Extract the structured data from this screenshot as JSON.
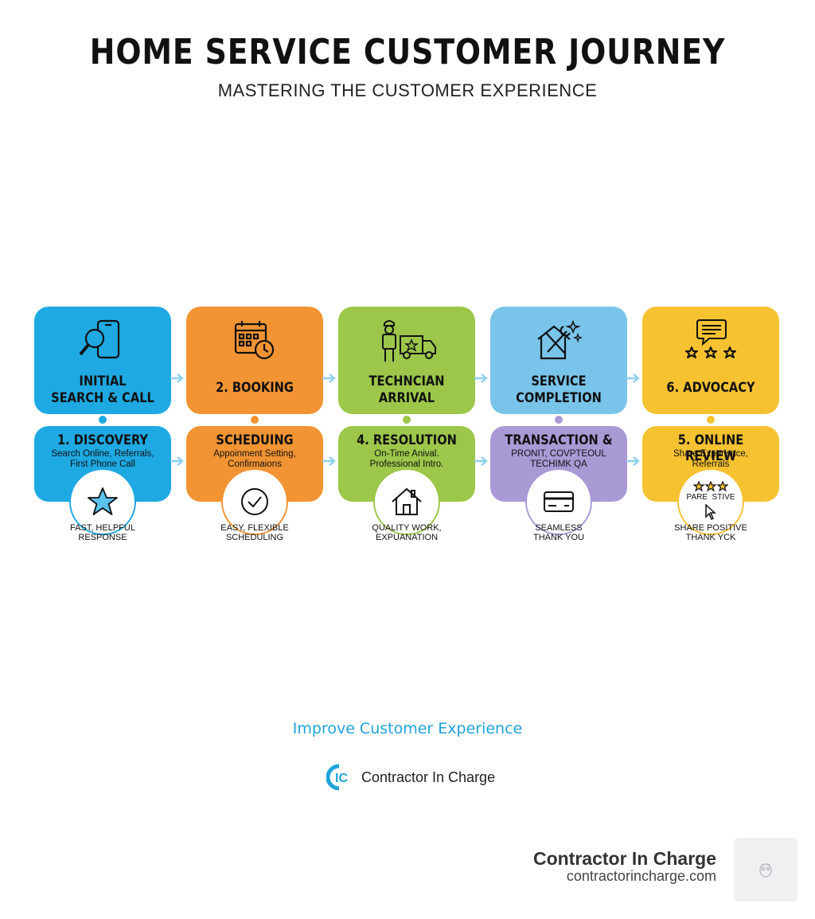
{
  "header": {
    "title": "HOME SERVICE CUSTOMER JOURNEY",
    "subtitle": "MASTERING THE CUSTOMER EXPERIENCE"
  },
  "stages": [
    {
      "top_label": "INITIAL\nSEARCH & CALL",
      "top_icon": "phone-search-icon",
      "bottom_title": "1. DISCOVERY",
      "bottom_desc": "Search Online, Referrals,\nFirst Phone Call",
      "circle_icon": "star-icon",
      "caption": "FAST, HELPFUL\nRESPONSE",
      "color": "#1ea9e2"
    },
    {
      "top_label": "2. BOOKING",
      "top_icon": "calendar-clock-icon",
      "bottom_title": "SCHEDUING",
      "bottom_desc": "Appoinment Setting,\nConfirmaions",
      "circle_icon": "checkmark-icon",
      "caption": "EASY, FLEXIBLE\nSCHEDULING",
      "color": "#f29433"
    },
    {
      "top_label": "TECHNCIAN\nARRIVAL",
      "top_icon": "technician-van-icon",
      "bottom_title": "4. RESOLUTION",
      "bottom_desc": "On-Time Anival.\nProfessional Intro.",
      "circle_icon": "house-icon",
      "caption": "QUALITY WORK,\nEXPUANATION",
      "color": "#9cc74a"
    },
    {
      "top_label": "SERVICE\nCOMPLETION",
      "top_icon": "house-tools-icon",
      "bottom_title": "TRANSACTION &",
      "bottom_desc": "PRONIT, COVPTEOUL\nTECHIMK QA",
      "circle_icon": "credit-card-icon",
      "caption": "SEAMLESS\nTHANK YOU",
      "color_top": "#79c4ea",
      "color": "#a99ad6"
    },
    {
      "top_label": "6. ADVOCACY",
      "top_icon": "chat-stars-icon",
      "bottom_title": "5. ONLINE REVIEW",
      "bottom_desc": "Share Experisnce,\nReferrals",
      "circle_icon": "stars-cursor-icon",
      "circle_text": "PARE  STIVE",
      "caption": "SHARE POSITIVE\nTHANK YCK",
      "color": "#f7c231"
    }
  ],
  "footer": {
    "cta": "Improve Customer Experience",
    "logo_mark": "CIC",
    "logo_text": "Contractor In Charge",
    "brand_name": "Contractor In Charge",
    "brand_url": "contractorincharge.com"
  },
  "colors": {
    "arrow": "#8fd0f0",
    "cta": "#1fa3db"
  }
}
